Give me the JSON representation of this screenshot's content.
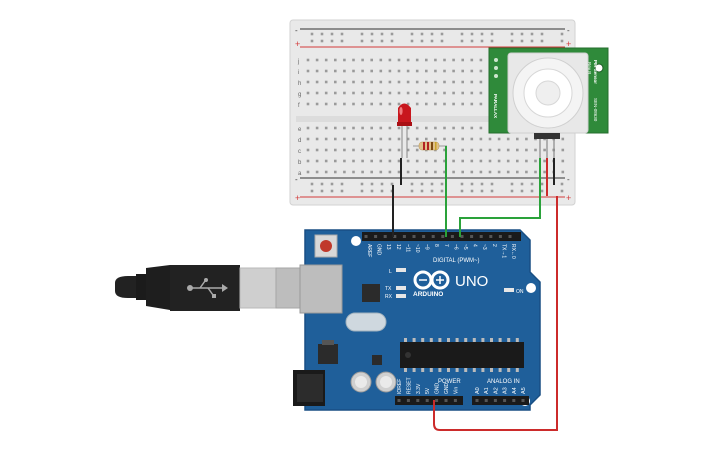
{
  "colors": {
    "board_blue": "#1f5f9a",
    "board_dark": "#184f84",
    "breadboard": "#e9e9e9",
    "rail_red": "#d33a3a",
    "rail_dark": "#333333",
    "wire_green": "#2aa23a",
    "wire_red": "#cc2b2b",
    "wire_black": "#222222",
    "pir_green": "#2f8a3a",
    "led_red": "#c8161d"
  },
  "breadboard": {
    "row_letters_top": [
      "j",
      "i",
      "h",
      "g",
      "f"
    ],
    "row_letters_bottom": [
      "e",
      "d",
      "c",
      "b",
      "a"
    ],
    "rail_plus": "+",
    "rail_minus": "-"
  },
  "pir": {
    "title": "PIR Sensor",
    "rev": "Rev B",
    "part": "SEN-08630",
    "brand": "PARALLAX"
  },
  "arduino": {
    "logo_text": "ARDUINO",
    "model": "UNO",
    "digital_label": "DIGITAL (PWM~)",
    "power_label": "POWER",
    "analog_label": "ANALOG IN",
    "on_label": "ON",
    "led_l": "L",
    "led_tx": "TX",
    "led_rx": "RX",
    "top_pins": [
      "AREF",
      "GND",
      "13",
      "12",
      "~11",
      "~10",
      "~9",
      "8",
      "7",
      "~6",
      "~5",
      "4",
      "~3",
      "2",
      "TX→1",
      "RX←0"
    ],
    "power_pins": [
      "IOREF",
      "RESET",
      "3.3V",
      "5V",
      "GND",
      "GND",
      "Vin"
    ],
    "analog_pins": [
      "A0",
      "A1",
      "A2",
      "A3",
      "A4",
      "A5"
    ]
  }
}
